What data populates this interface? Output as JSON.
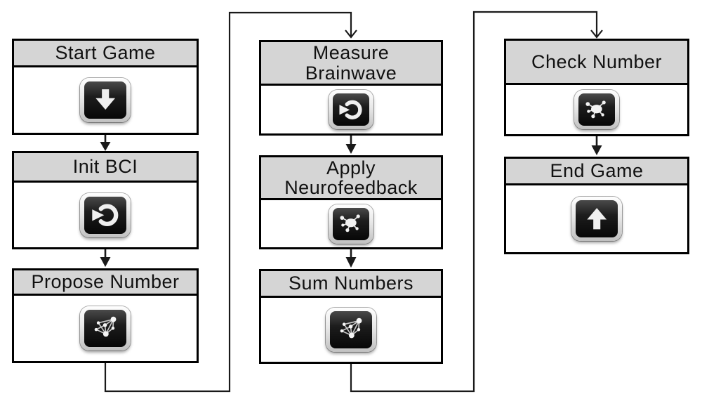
{
  "diagram": {
    "nodes": [
      {
        "id": "start-game",
        "label": "Start Game",
        "lines": [
          "Start Game"
        ],
        "icon": "down-arrow-icon"
      },
      {
        "id": "init-bci",
        "label": "Init BCI",
        "lines": [
          "Init BCI"
        ],
        "icon": "circular-arrow-icon"
      },
      {
        "id": "propose-number",
        "label": "Propose Number",
        "lines": [
          "Propose Number"
        ],
        "icon": "network-graph-icon"
      },
      {
        "id": "measure-brainwave",
        "label": "Measure Brainwave",
        "lines": [
          "Measure",
          "Brainwave"
        ],
        "icon": "circular-arrow-icon"
      },
      {
        "id": "apply-neurofeedback",
        "label": "Apply Neurofeedback",
        "lines": [
          "Apply",
          "Neurofeedback"
        ],
        "icon": "hub-molecule-icon"
      },
      {
        "id": "sum-numbers",
        "label": "Sum Numbers",
        "lines": [
          "Sum Numbers"
        ],
        "icon": "network-graph-icon"
      },
      {
        "id": "check-number",
        "label": "Check Number",
        "lines": [
          "Check Number"
        ],
        "icon": "hub-molecule-icon"
      },
      {
        "id": "end-game",
        "label": "End Game",
        "lines": [
          "End Game"
        ],
        "icon": "up-arrow-icon"
      }
    ],
    "edges": [
      {
        "from": "start-game",
        "to": "init-bci"
      },
      {
        "from": "init-bci",
        "to": "propose-number"
      },
      {
        "from": "propose-number",
        "to": "measure-brainwave"
      },
      {
        "from": "measure-brainwave",
        "to": "apply-neurofeedback"
      },
      {
        "from": "apply-neurofeedback",
        "to": "sum-numbers"
      },
      {
        "from": "sum-numbers",
        "to": "check-number"
      },
      {
        "from": "check-number",
        "to": "end-game"
      }
    ],
    "colors": {
      "header_bg": "#d5d5d5",
      "box_border": "#000000",
      "canvas_bg": "#ffffff",
      "connector": "#1a1a1a",
      "icon_glyph": "#efefef"
    }
  }
}
